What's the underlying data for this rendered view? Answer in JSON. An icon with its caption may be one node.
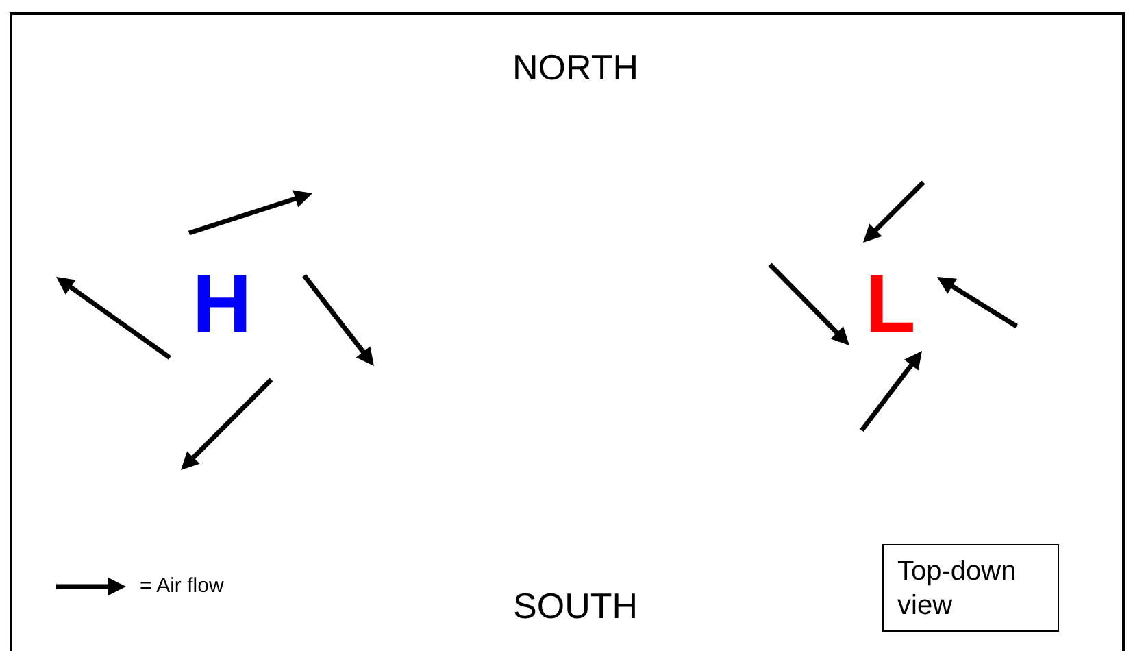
{
  "diagram": {
    "nodes": [
      {
        "text": [
          "Top-down view"
        ]
      }
    ],
    "edges": [],
    "labels": [
      "NORTH",
      "H",
      "L",
      "SOUTH"
    ],
    "legend": [
      {
        "text": "= Air flow"
      }
    ]
  }
}
